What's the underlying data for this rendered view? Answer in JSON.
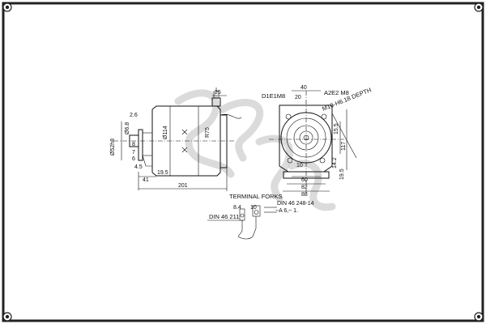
{
  "colors": {
    "frame": "#222222",
    "ink": "#111111",
    "watermark": "#cfcfcf"
  },
  "side_view": {
    "dims": {
      "top": "25",
      "shaft_dia": "Ø52h8",
      "d1": "2.6",
      "d2": "Ø6.8",
      "d3": "8",
      "d4": "7",
      "d5": "6",
      "d6": "4.5",
      "d7": "Ø114",
      "d8": "R75",
      "d9": "41",
      "d10": "19.5",
      "length": "201"
    }
  },
  "front_view": {
    "dims": {
      "top_width": "40",
      "left_label": "D1E1M8",
      "top_left": "20",
      "right_label": "A2E2 M8",
      "depth_label": "M10-H6.18 DEPTH",
      "h1": "15.5",
      "h2": "117",
      "h3": "14.2",
      "h4": "19.5",
      "b1": "10",
      "b2": "60",
      "b3": "82",
      "b4": "88"
    }
  },
  "terminal": {
    "title": "TERMINAL FORKS",
    "din_top": "DIN 46 248-14",
    "din_sub": "~A 6,~ 1.",
    "din_left": "DIN 46 211",
    "d1": "8.4",
    "d2": "10"
  }
}
